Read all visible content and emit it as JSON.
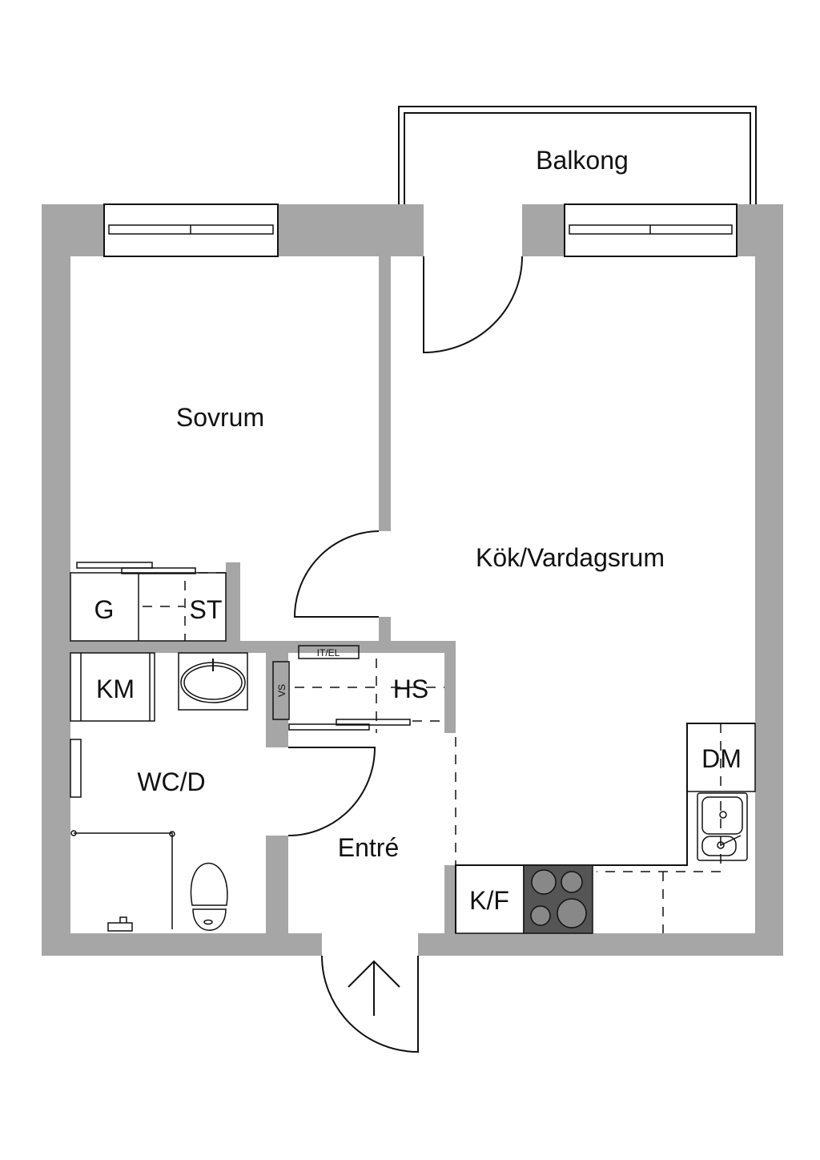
{
  "plan": {
    "rooms": {
      "balcony": "Balkong",
      "bedroom": "Sovrum",
      "kitchen_living": "Kök/Vardagsrum",
      "bathroom": "WC/D",
      "entrance": "Entré"
    },
    "fixtures": {
      "wardrobe_g": "G",
      "wardrobe_st": "ST",
      "washing_machine": "KM",
      "hall_closet": "HS",
      "water_heater": "VS",
      "it_el": "IT/EL",
      "dishwasher": "DM",
      "fridge_freezer": "K/F"
    },
    "colors": {
      "wall": "#a6a6a6",
      "stove": "#555555",
      "line": "#111111"
    }
  }
}
